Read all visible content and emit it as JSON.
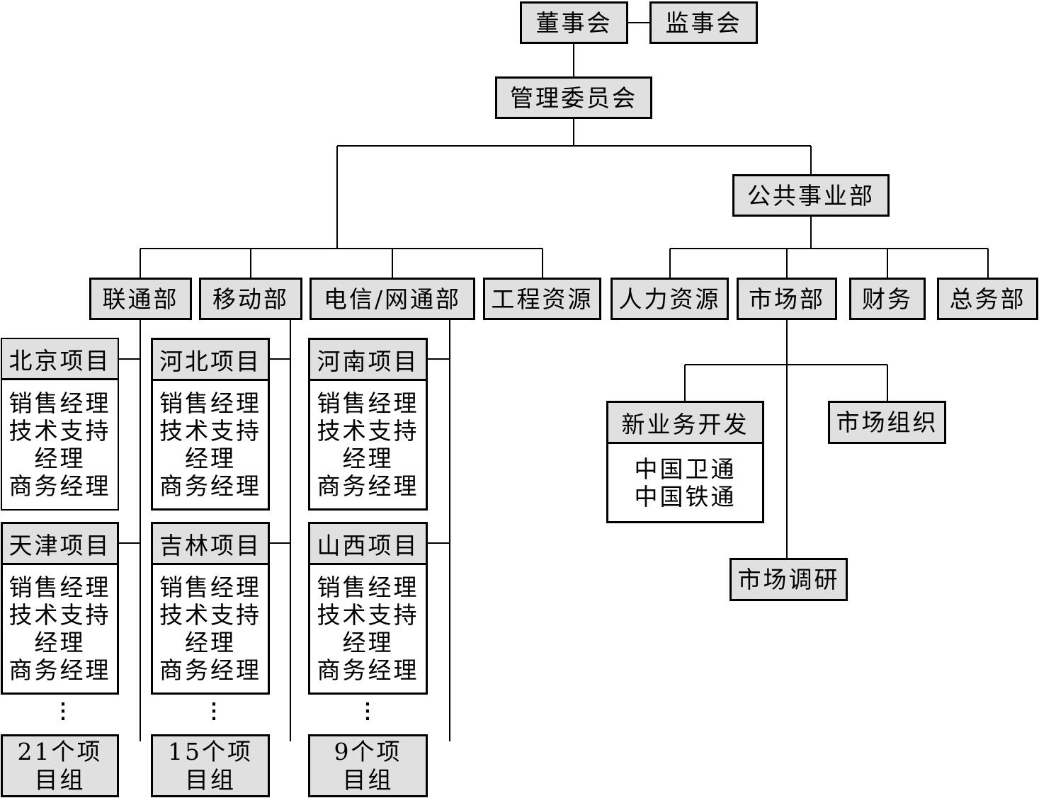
{
  "board": "董事会",
  "supervisors": "监事会",
  "management": "管理委员会",
  "public_division": "公共事业部",
  "departments": {
    "unicom": "联通部",
    "mobile": "移动部",
    "telecom": "电信/网通部",
    "engineering": "工程资源",
    "hr": "人力资源",
    "market": "市场部",
    "finance": "财务",
    "general": "总务部"
  },
  "roles": [
    "销售经理",
    "技术支持",
    "经理",
    "商务经理"
  ],
  "projects": {
    "beijing": "北京项目",
    "tianjin": "天津项目",
    "hebei": "河北项目",
    "jilin": "吉林项目",
    "henan": "河南项目",
    "shanxi": "山西项目"
  },
  "groups": {
    "unicom": [
      "21个项",
      "目组"
    ],
    "mobile": [
      "15个项",
      "目组"
    ],
    "telecom": [
      "9个项",
      "目组"
    ]
  },
  "ellipsis_char": "⋮",
  "market_units": {
    "new_business": "新业务开发",
    "new_business_items": [
      "中国卫通",
      "中国铁通"
    ],
    "organization": "市场组织",
    "research": "市场调研"
  }
}
